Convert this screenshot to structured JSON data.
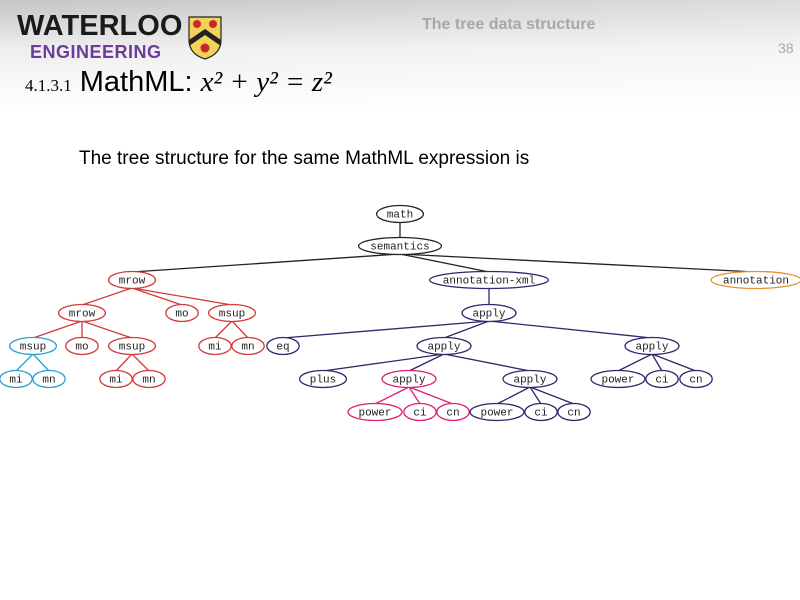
{
  "header": {
    "logo_top": "WATERLOO",
    "logo_bottom": "ENGINEERING",
    "deck_title": "The tree data structure",
    "page_number": "38"
  },
  "slide": {
    "section_number": "4.1.3.1",
    "title_prefix": "MathML: ",
    "title_math": "x² + y² = z²",
    "lead": "The tree structure for the same MathML expression is"
  },
  "colors": {
    "black": "#222222",
    "red": "#d23b3b",
    "blue": "#2b9fd3",
    "navy": "#2c2a6b",
    "pink": "#df1f78",
    "orange": "#e8912c"
  },
  "tree": [
    {
      "id": "math",
      "label": "math",
      "color": "black",
      "parent": null
    },
    {
      "id": "sem",
      "label": "semantics",
      "color": "black",
      "parent": "math"
    },
    {
      "id": "mrow1",
      "label": "mrow",
      "color": "red",
      "parent": "sem"
    },
    {
      "id": "ax",
      "label": "annotation-xml",
      "color": "navy",
      "parent": "sem"
    },
    {
      "id": "ann",
      "label": "annotation",
      "color": "orange",
      "parent": "sem"
    },
    {
      "id": "mrow2",
      "label": "mrow",
      "color": "red",
      "parent": "mrow1"
    },
    {
      "id": "mo1",
      "label": "mo",
      "color": "red",
      "parent": "mrow1"
    },
    {
      "id": "msup1",
      "label": "msup",
      "color": "red",
      "parent": "mrow1"
    },
    {
      "id": "ap1",
      "label": "apply",
      "color": "navy",
      "parent": "ax"
    },
    {
      "id": "msupb",
      "label": "msup",
      "color": "blue",
      "parent": "mrow2"
    },
    {
      "id": "mo2",
      "label": "mo",
      "color": "red",
      "parent": "mrow2"
    },
    {
      "id": "msup2",
      "label": "msup",
      "color": "red",
      "parent": "mrow2"
    },
    {
      "id": "mi1",
      "label": "mi",
      "color": "red",
      "parent": "msup1"
    },
    {
      "id": "mn1",
      "label": "mn",
      "color": "red",
      "parent": "msup1"
    },
    {
      "id": "eq",
      "label": "eq",
      "color": "navy",
      "parent": "ap1"
    },
    {
      "id": "ap2",
      "label": "apply",
      "color": "navy",
      "parent": "ap1"
    },
    {
      "id": "ap3",
      "label": "apply",
      "color": "navy",
      "parent": "ap1"
    },
    {
      "id": "mib",
      "label": "mi",
      "color": "blue",
      "parent": "msupb"
    },
    {
      "id": "mnb",
      "label": "mn",
      "color": "blue",
      "parent": "msupb"
    },
    {
      "id": "mi2",
      "label": "mi",
      "color": "red",
      "parent": "msup2"
    },
    {
      "id": "mn2",
      "label": "mn",
      "color": "red",
      "parent": "msup2"
    },
    {
      "id": "plus",
      "label": "plus",
      "color": "navy",
      "parent": "ap2"
    },
    {
      "id": "ap4",
      "label": "apply",
      "color": "pink",
      "parent": "ap2"
    },
    {
      "id": "ap5",
      "label": "apply",
      "color": "navy",
      "parent": "ap2"
    },
    {
      "id": "pw3",
      "label": "power",
      "color": "navy",
      "parent": "ap3"
    },
    {
      "id": "ci3",
      "label": "ci",
      "color": "navy",
      "parent": "ap3"
    },
    {
      "id": "cn3",
      "label": "cn",
      "color": "navy",
      "parent": "ap3"
    },
    {
      "id": "pw4",
      "label": "power",
      "color": "pink",
      "parent": "ap4"
    },
    {
      "id": "ci4",
      "label": "ci",
      "color": "pink",
      "parent": "ap4"
    },
    {
      "id": "cn4",
      "label": "cn",
      "color": "pink",
      "parent": "ap4"
    },
    {
      "id": "pw5",
      "label": "power",
      "color": "navy",
      "parent": "ap5"
    },
    {
      "id": "ci5",
      "label": "ci",
      "color": "navy",
      "parent": "ap5"
    },
    {
      "id": "cn5",
      "label": "cn",
      "color": "navy",
      "parent": "ap5"
    }
  ]
}
